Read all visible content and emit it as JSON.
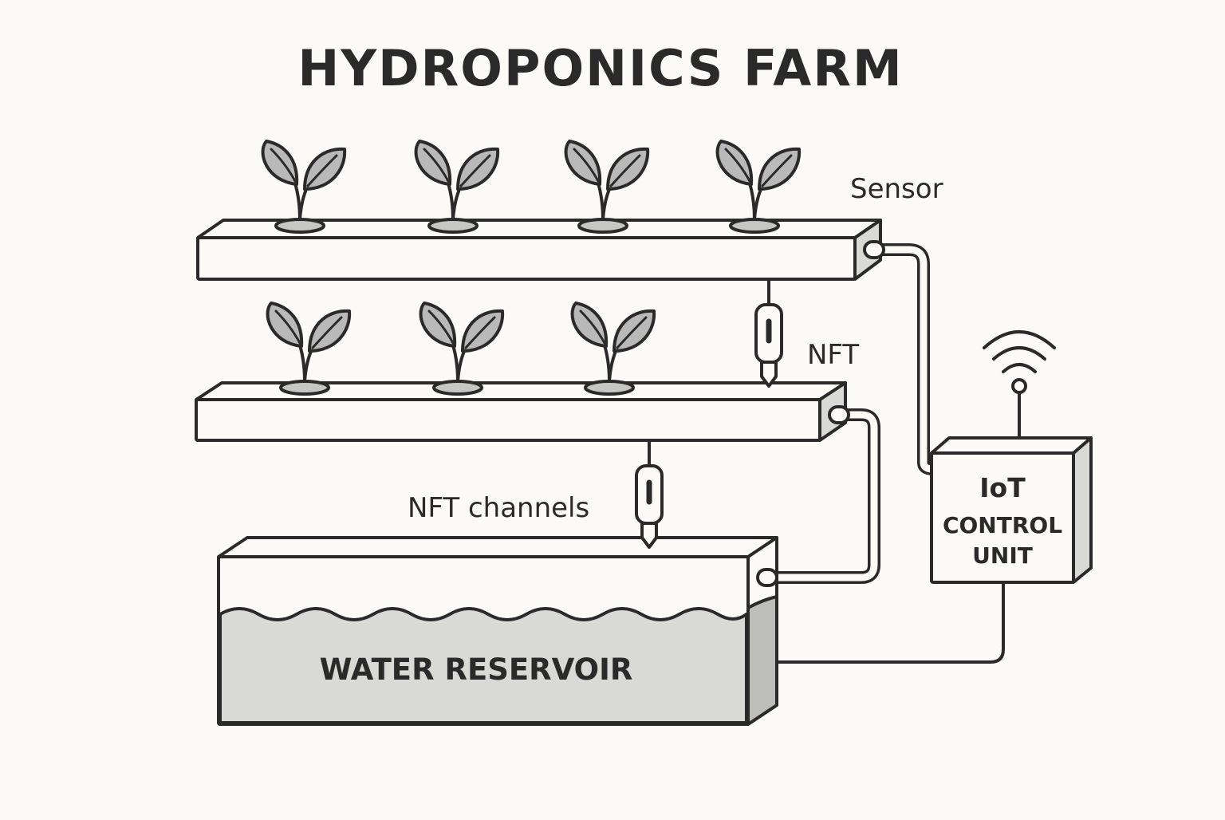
{
  "title": "HYDROPONICS FARM",
  "labels": {
    "sensor": "Sensor",
    "nft": "NFT",
    "nft_channels": "NFT channels",
    "reservoir": "WATER RESERVOIR",
    "control_line1": "IoT",
    "control_line2": "CONTROL",
    "control_line3": "UNIT"
  },
  "channels": [
    {
      "name": "upper-channel",
      "plant_count": 4
    },
    {
      "name": "lower-channel",
      "plant_count": 3
    }
  ],
  "icons": [
    "plant-icon",
    "sensor-probe-icon",
    "wifi-signal-icon",
    "water-wave"
  ],
  "colors": {
    "background": "#fbfaf6",
    "outline": "#2a2a2a",
    "leaf": "#b9b9b9",
    "water": "#d9d9d6"
  }
}
